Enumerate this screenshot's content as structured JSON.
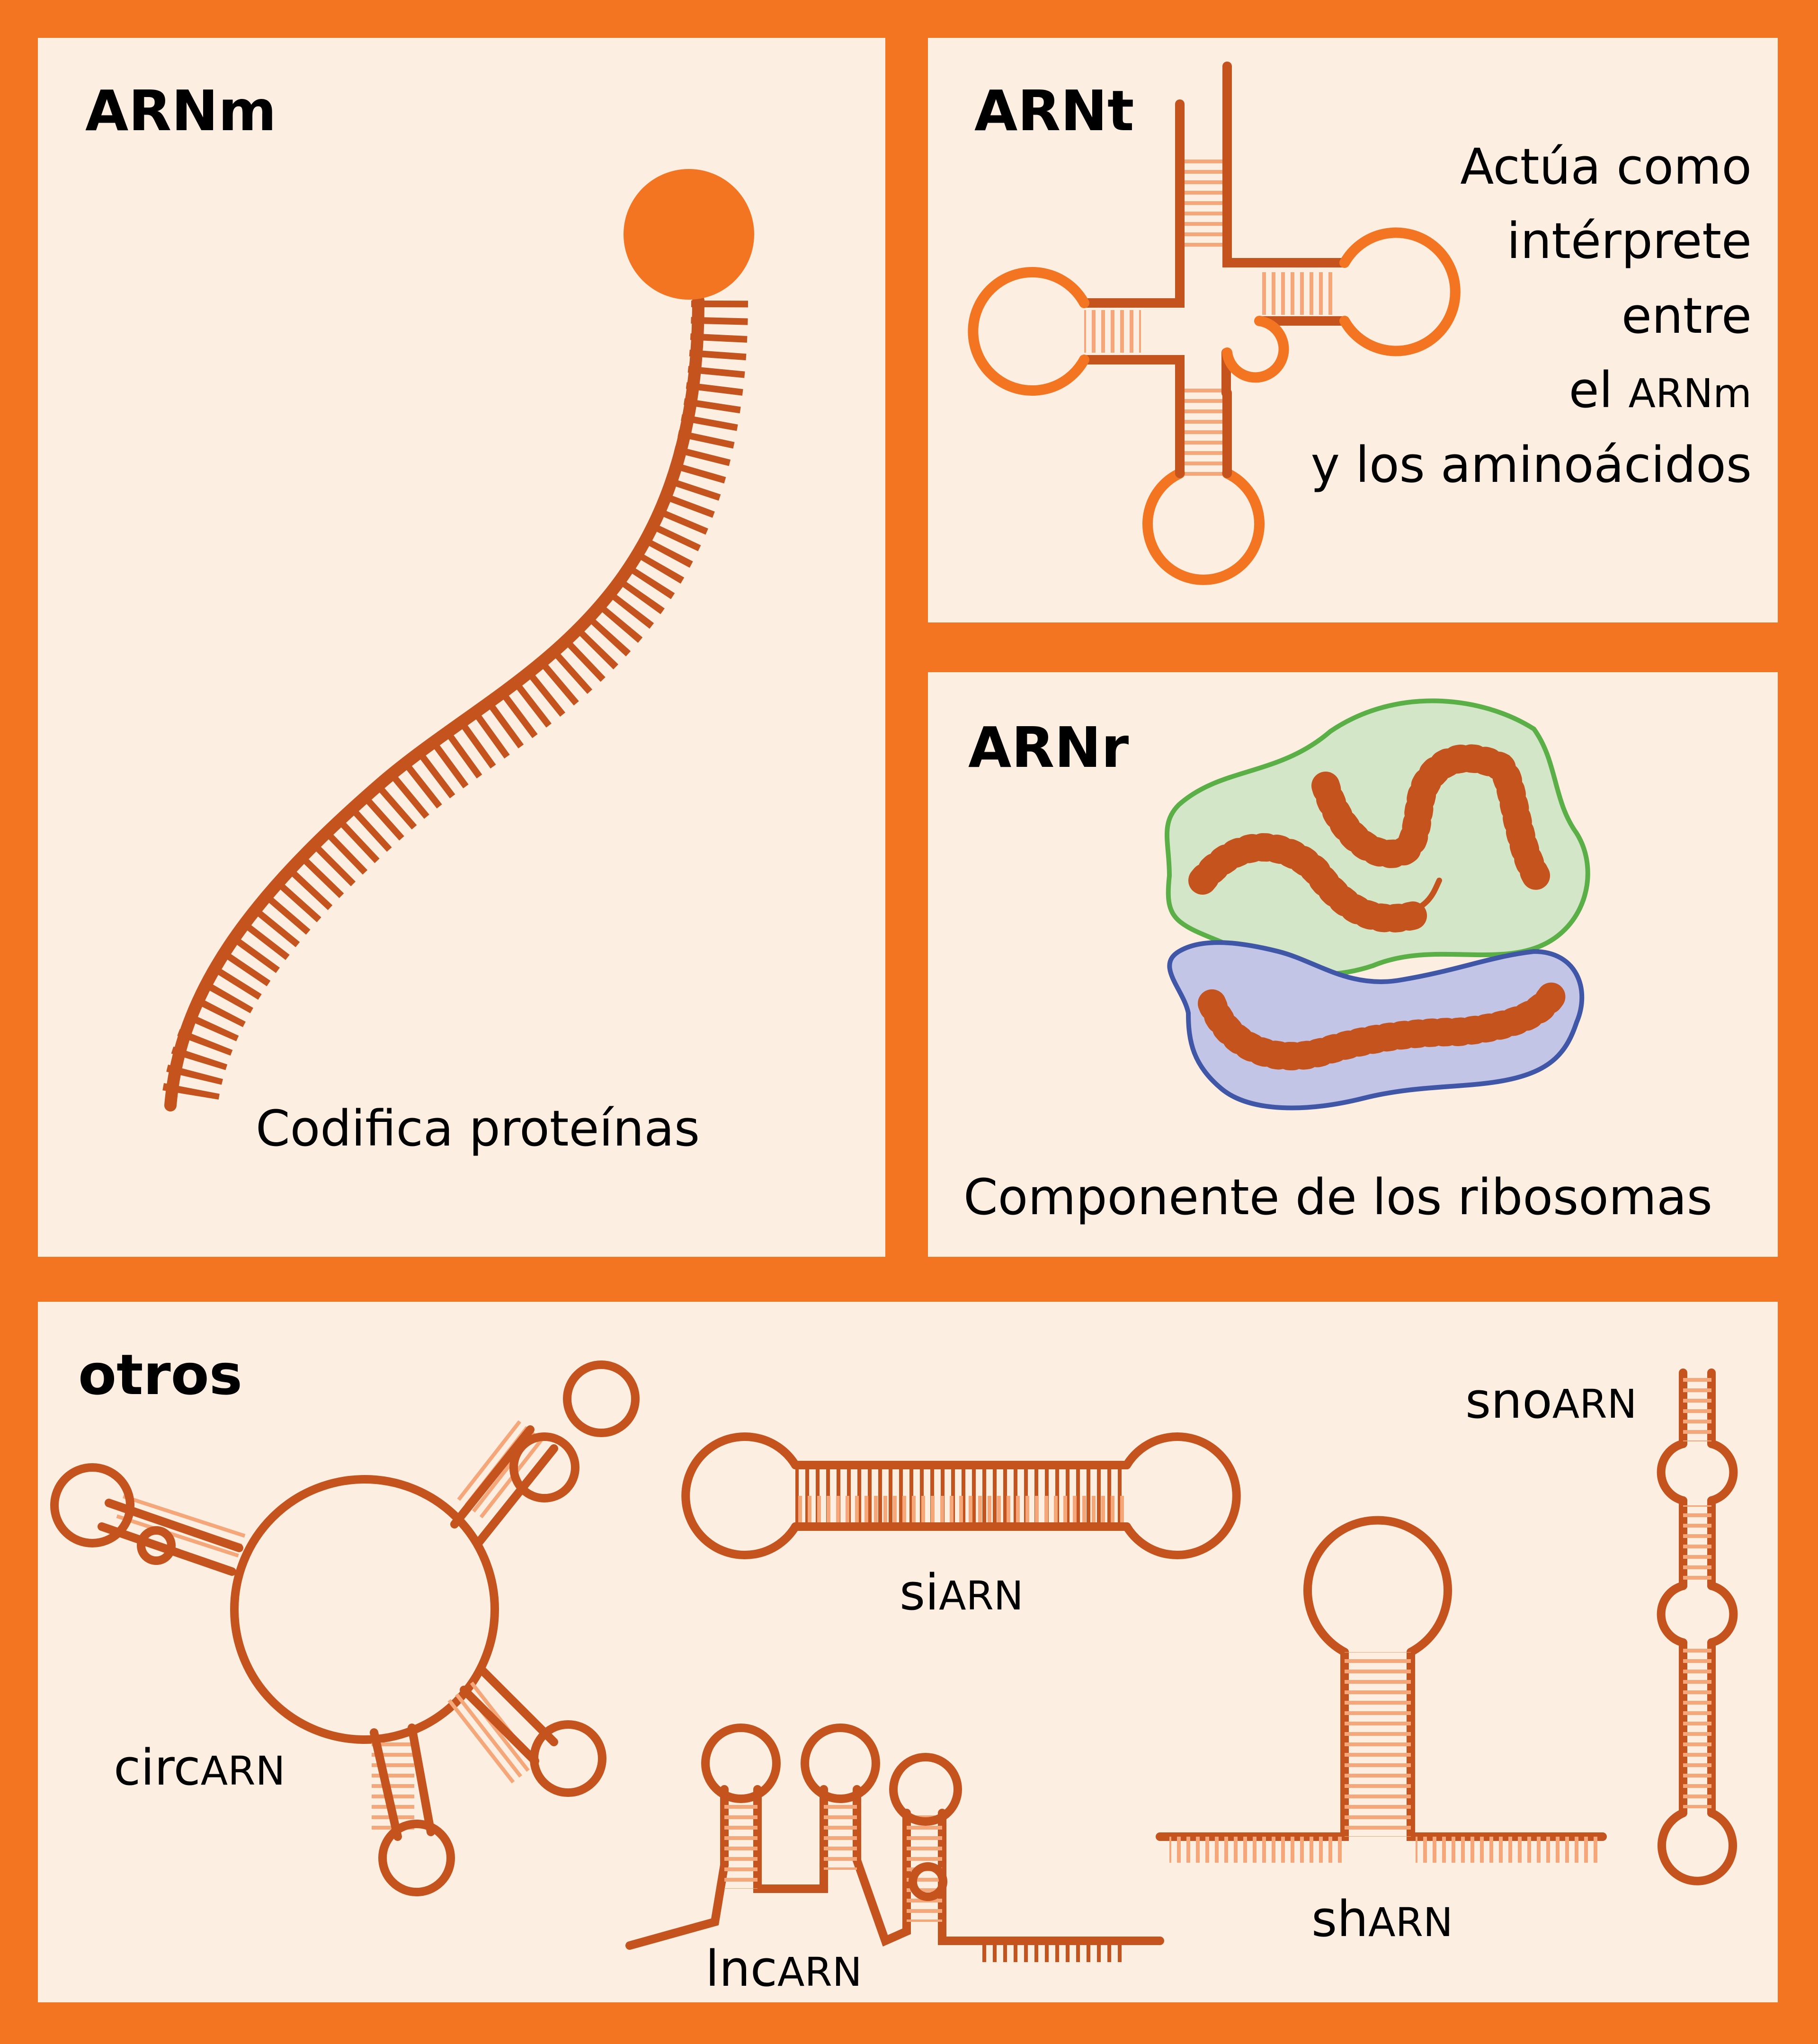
{
  "colors": {
    "frame": "#f47521",
    "panel": "#fdeee2",
    "rna_dark": "#c4531e",
    "rna_orange": "#f47521",
    "rung_light": "#f6a77a",
    "subunit_green_fill": "#d3e6c8",
    "subunit_green_stroke": "#5aaf46",
    "subunit_blue_fill": "#c3c5e6",
    "subunit_blue_stroke": "#3f57a6"
  },
  "mrna": {
    "title": "ARNm",
    "caption": "Codifica proteínas"
  },
  "trna": {
    "title": "ARNt",
    "desc": [
      "Actúa como",
      "intérprete",
      "entre"
    ],
    "line4_a": "el ",
    "line4_b": "ARNm",
    "line5": "y los aminoácidos"
  },
  "rrna": {
    "title": "ARNr",
    "caption": "Componente de los ribosomas"
  },
  "others": {
    "title": "otros",
    "circ": {
      "a": "circ",
      "b": "ARN"
    },
    "si": {
      "a": "si",
      "b": "ARN"
    },
    "lnc": {
      "a": "lnc",
      "b": "ARN"
    },
    "sh": {
      "a": "sh",
      "b": "ARN"
    },
    "sno": {
      "a": "sno",
      "b": "ARN"
    }
  }
}
